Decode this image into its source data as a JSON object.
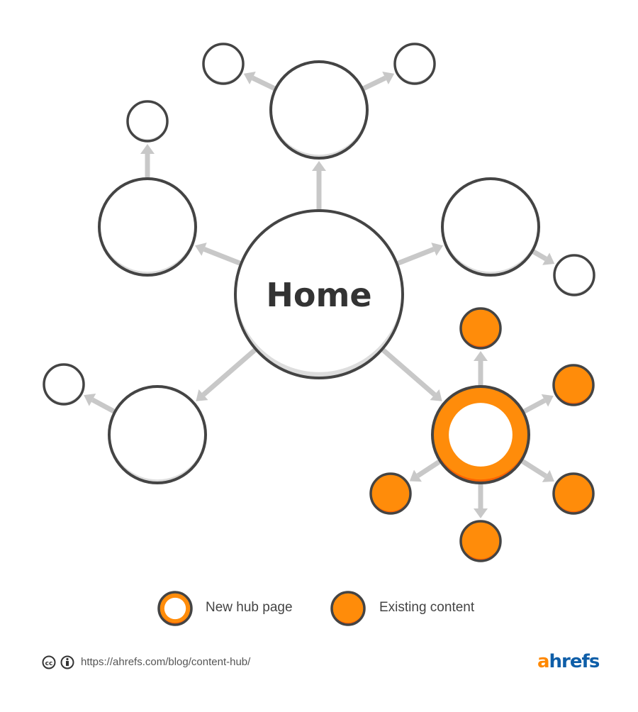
{
  "diagram": {
    "home_label": "Home",
    "colors": {
      "outline": "#444444",
      "arrow": "#c8c8c8",
      "orange": "#ff8c0a",
      "orange_shadow": "#ff6400",
      "white_shadow": "#dddddd"
    }
  },
  "legend": {
    "items": [
      {
        "label": "New hub page",
        "icon": "hub-circle-icon"
      },
      {
        "label": "Existing content",
        "icon": "orange-circle-icon"
      }
    ]
  },
  "footer": {
    "url": "https://ahrefs.com/blog/content-hub/",
    "icons": [
      "creative-commons-icon",
      "attribution-icon"
    ],
    "logo": {
      "a": "a",
      "rest": "hrefs",
      "colors": {
        "a": "#ff8800",
        "rest": "#0e5ea8"
      }
    }
  }
}
